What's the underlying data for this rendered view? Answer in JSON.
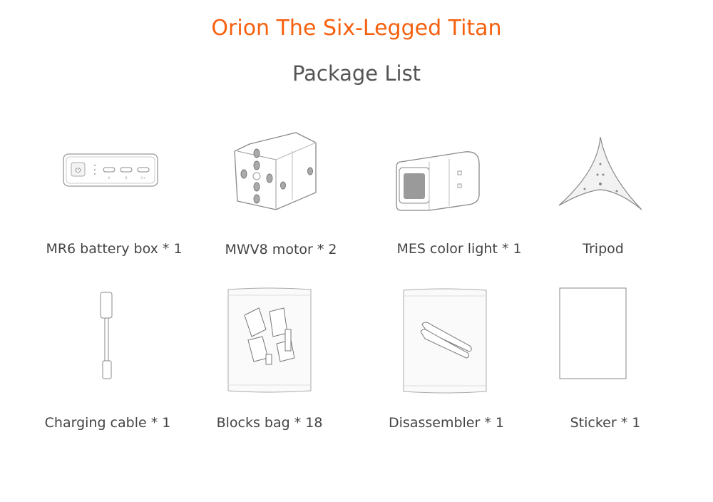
{
  "header": {
    "title": "Orion The Six-Legged Titan",
    "subtitle": "Package List"
  },
  "accent_color": "#f7600e",
  "battery_ports": [
    "A",
    "B",
    "C+"
  ],
  "items": [
    {
      "label": "MR6 battery box * 1",
      "icon": "battery-box-icon"
    },
    {
      "label": "MWV8 motor * 2",
      "icon": "motor-icon"
    },
    {
      "label": "MES color light * 1",
      "icon": "color-light-icon"
    },
    {
      "label": "Tripod",
      "icon": "tripod-icon"
    },
    {
      "label": "Charging cable * 1",
      "icon": "charging-cable-icon"
    },
    {
      "label": "Blocks bag * 18",
      "icon": "blocks-bag-icon"
    },
    {
      "label": "Disassembler * 1",
      "icon": "disassembler-icon"
    },
    {
      "label": "Sticker * 1",
      "icon": "sticker-icon"
    }
  ]
}
